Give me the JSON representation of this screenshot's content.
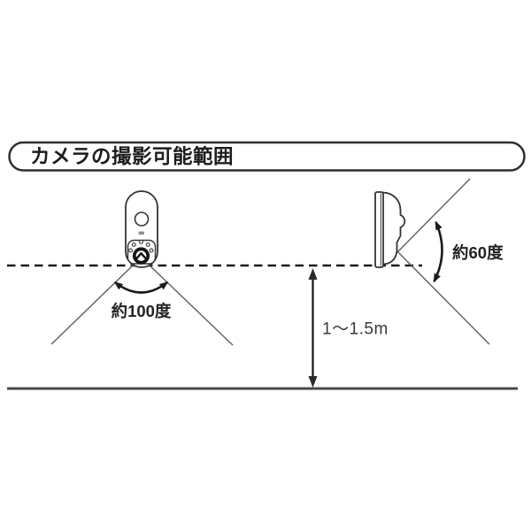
{
  "header": {
    "title": "カメラの撮影可能範囲"
  },
  "diagram": {
    "front_view": {
      "camera_icon": "security-camera-front-icon",
      "angle_label": "約100度"
    },
    "side_view": {
      "camera_icon": "security-camera-side-icon",
      "angle_label": "約60度"
    },
    "height_label": "1〜1.5m"
  },
  "colors": {
    "background": "#ffffff",
    "outline": "#333333",
    "guide_line": "#1a1a1a",
    "fov_line": "#5f5f5f",
    "floor_line": "#4a4a4a",
    "arrow": "#1a1a1a",
    "text": "#232323",
    "lens": "#141414"
  }
}
